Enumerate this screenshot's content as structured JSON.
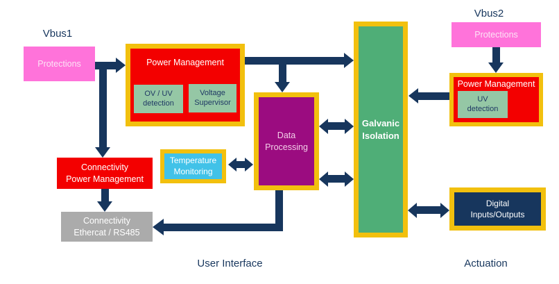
{
  "labels": {
    "vbus1": "Vbus1",
    "vbus2": "Vbus2",
    "user_interface": "User Interface",
    "actuation": "Actuation"
  },
  "boxes": {
    "protections_left": "Protections",
    "power_mgmt_left": {
      "title": "Power Management",
      "ov_uv": "OV / UV\ndetection",
      "voltage_supervisor": "Voltage\nSupervisor"
    },
    "data_processing": "Data\nProcessing",
    "galvanic_isolation": "Galvanic\nIsolation",
    "protections_right": "Protections",
    "power_mgmt_right": {
      "title": "Power Management",
      "uv": "UV\ndetection"
    },
    "connectivity_power_mgmt": "Connectivity\nPower Management",
    "temperature_monitoring": "Temperature\nMonitoring",
    "connectivity_ethercat": "Connectivity\nEthercat / RS485",
    "digital_io": "Digital\nInputs/Outputs"
  },
  "colors": {
    "navy": "#17365D",
    "pink": "#FF73DA",
    "pinkText": "#FDE4F6",
    "red": "#F30000",
    "yellow": "#F2C00E",
    "sage": "#95C7A5",
    "sageText": "#1F3864",
    "green": "#4FAE77",
    "purple": "#9B0C80",
    "purpleText": "#F3CFE8",
    "blue": "#41C2E8",
    "gray": "#ABABAB"
  }
}
